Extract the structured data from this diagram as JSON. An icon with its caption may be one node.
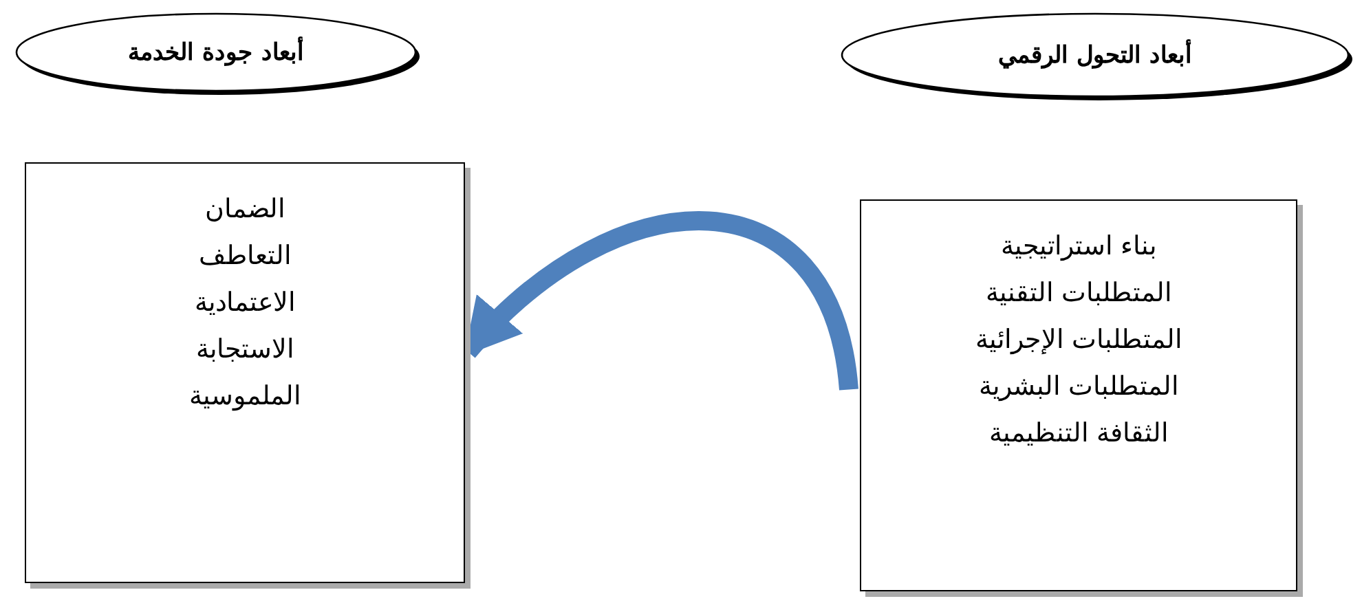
{
  "diagram": {
    "nodes": [
      {
        "text": [
          "أبعاد التحول الرقمي"
        ]
      },
      {
        "text": [
          "أبعاد جودة الخدمة"
        ]
      },
      {
        "text": [
          "بناء استراتيجية",
          "المتطلبات التقنية",
          "المتطلبات الإجرائية",
          "المتطلبات  البشرية",
          "الثقافة التنظيمية"
        ]
      },
      {
        "text": [
          "الضمان",
          "التعاطف",
          "الاعتمادية",
          "الاستجابة",
          "الملموسية"
        ]
      }
    ],
    "edges": [
      {
        "from": 2,
        "to": 3,
        "arrow": "to",
        "color": "#4f81bd"
      }
    ]
  }
}
